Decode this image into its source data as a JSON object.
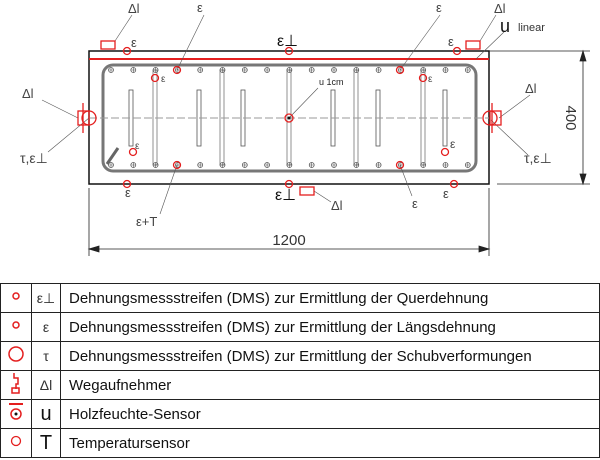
{
  "diagram": {
    "labels": {
      "dl_top_left": "Δl",
      "eps_top_1": "ε",
      "eps_perp_top": "ε⊥",
      "eps_top_2": "ε",
      "dl_top_right": "Δl",
      "u_linear_u": "u",
      "u_linear_text": "linear",
      "eps_lead_top_1": "ε",
      "eps_lead_top_2": "ε",
      "eps_small_1": "ε",
      "eps_small_2": "ε",
      "eps_small_3": "ε",
      "eps_small_4": "ε",
      "u_center": "u 1cm",
      "dl_left": "Δl",
      "tau_left": "τ,ε⊥",
      "dl_right": "Δl",
      "tau_right": "τ,ε⊥",
      "eps_bot_1": "ε",
      "eps_perp_bot": "ε⊥",
      "eps_bot_2": "ε",
      "dl_bottom": "Δl",
      "eps_T": "ε+T",
      "eps_lead_bot": "ε"
    },
    "dimensions": {
      "height": "400",
      "width": "1200"
    },
    "colors": {
      "sensor": "#e41e1e",
      "line": "#222222",
      "rebar": "#888888"
    }
  },
  "legend": [
    {
      "symbol": "small-circle",
      "abbr": "ε⊥",
      "text": "Dehnungsmessstreifen (DMS) zur Ermittlung der Querdehnung"
    },
    {
      "symbol": "small-circle",
      "abbr": "ε",
      "text": "Dehnungsmessstreifen (DMS) zur Ermittlung der Längsdehnung"
    },
    {
      "symbol": "large-circle",
      "abbr": "τ",
      "text": "Dehnungsmessstreifen (DMS) zur Ermittlung der  Schubverformungen"
    },
    {
      "symbol": "displacement-transducer",
      "abbr": "Δl",
      "text": "Wegaufnehmer"
    },
    {
      "symbol": "moisture-sensor",
      "abbr": "u",
      "text": "Holzfeuchte-Sensor"
    },
    {
      "symbol": "temperature-circle",
      "abbr": "T",
      "text": "Temperatursensor"
    }
  ]
}
